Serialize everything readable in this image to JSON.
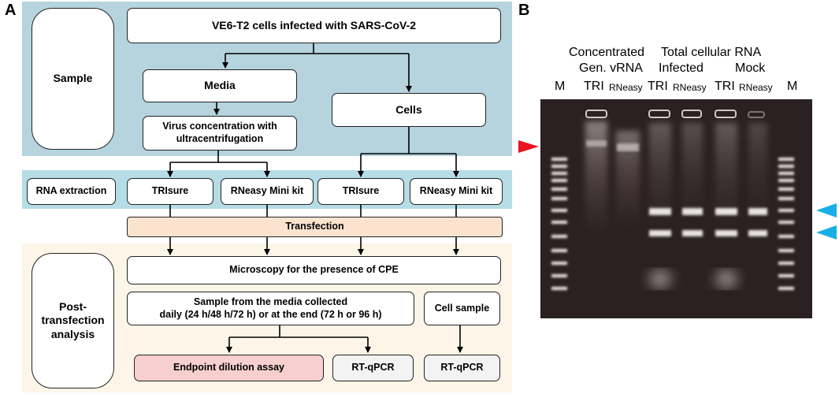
{
  "panel_a": {
    "letter": "A",
    "nodes": {
      "top": "VE6-T2 cells infected with SARS-CoV-2",
      "sample": "Sample",
      "media": "Media",
      "virus_conc": "Virus concentration with\nultracentrifugation",
      "cells": "Cells",
      "rna_extraction": "RNA extraction",
      "trisure_1": "TRIsure",
      "rneasy_1": "RNeasy Mini kit",
      "trisure_2": "TRIsure",
      "rneasy_2": "RNeasy Mini kit",
      "transfection": "Transfection",
      "microscopy": "Microscopy for the presence of CPE",
      "post": "Post-\ntransfection\nanalysis",
      "media_sample": "Sample from the media collected\ndaily (24 h/48 h/72 h) or at the end (72 h or 96 h)",
      "cell_sample": "Cell sample",
      "endpoint": "Endpoint dilution assay",
      "rtqpcr_1": "RT-qPCR",
      "rtqpcr_2": "RT-qPCR"
    },
    "colors": {
      "sample_band": "#b5d4de",
      "extraction_band": "#b6dde6",
      "transfection_fill": "#fbe3d0",
      "post_band": "#fdf6e8",
      "endpoint_fill": "#f7cfcf",
      "rtqpcr_fill": "#f3f3f3"
    }
  },
  "panel_b": {
    "letter": "B",
    "header_concentrated": "Concentrated",
    "header_gen_vrna": "Gen. vRNA",
    "header_total": "Total cellular RNA",
    "header_infected": "Infected",
    "header_mock": "Mock",
    "lanes": [
      "M",
      "TRI",
      "RNeasy",
      "TRI",
      "RNeasy",
      "TRI",
      "RNeasy",
      "M"
    ],
    "marker_colors": {
      "red": "#e8141e",
      "blue": "#19aee6"
    }
  }
}
